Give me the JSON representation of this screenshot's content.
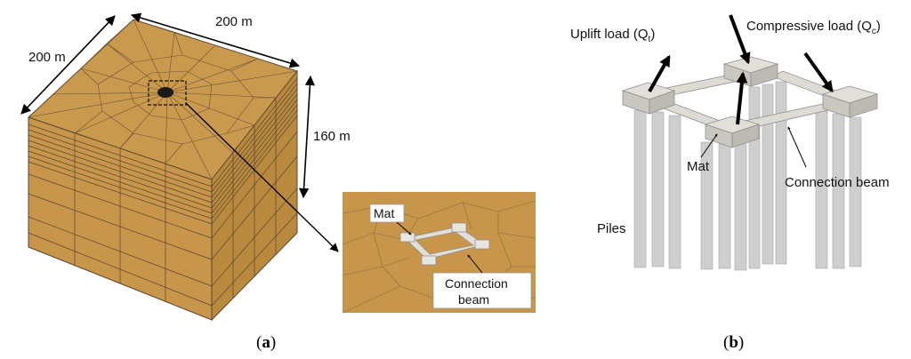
{
  "panel_a": {
    "dim_width": "200 m",
    "dim_depth": "200 m",
    "dim_height": "160 m",
    "inset": {
      "mat_label": "Mat",
      "beam_label_line1": "Connection",
      "beam_label_line2": "beam"
    },
    "caption_open": "(",
    "caption_letter": "a",
    "caption_close": ")"
  },
  "panel_b": {
    "uplift_label": "Uplift load (Q",
    "uplift_sub": "t",
    "compressive_label": "Compressive load (Q",
    "compressive_sub": "c",
    "close_paren": ")",
    "mat_label": "Mat",
    "beam_label": "Connection beam",
    "piles_label": "Piles",
    "caption_open": "(",
    "caption_letter": "b",
    "caption_close": ")"
  },
  "colors": {
    "soil": "#C89648",
    "soil_side": "#B88535",
    "soil_line": "#5a4530",
    "concrete": "#D8D4CE",
    "pile": "#CFCFCF"
  }
}
